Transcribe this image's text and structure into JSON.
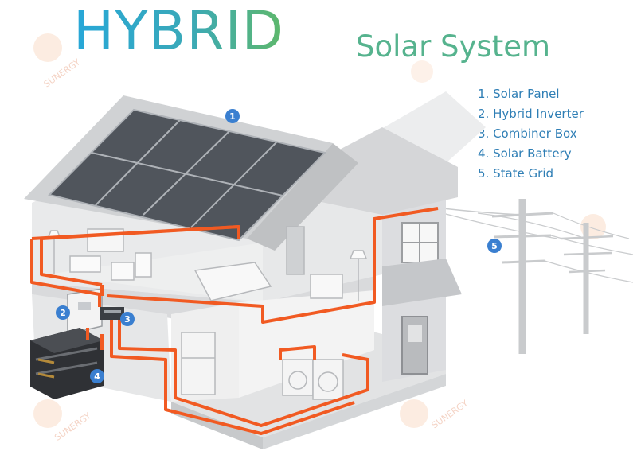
{
  "title": {
    "main": "HYBRID",
    "sub": "Solar System"
  },
  "legend": [
    "1. Solar Panel",
    "2. Hybrid Inverter",
    "3. Combiner Box",
    "4. Solar Battery",
    "5. State Grid"
  ],
  "callouts": [
    "1",
    "2",
    "3",
    "4",
    "5"
  ],
  "watermark": "SUNERGY",
  "colors": {
    "wire": "#f15a22",
    "badge": "#3a7fd0",
    "panel": "#5c6168",
    "wall": "#e4e5e6",
    "roof": "#cfd1d3"
  }
}
